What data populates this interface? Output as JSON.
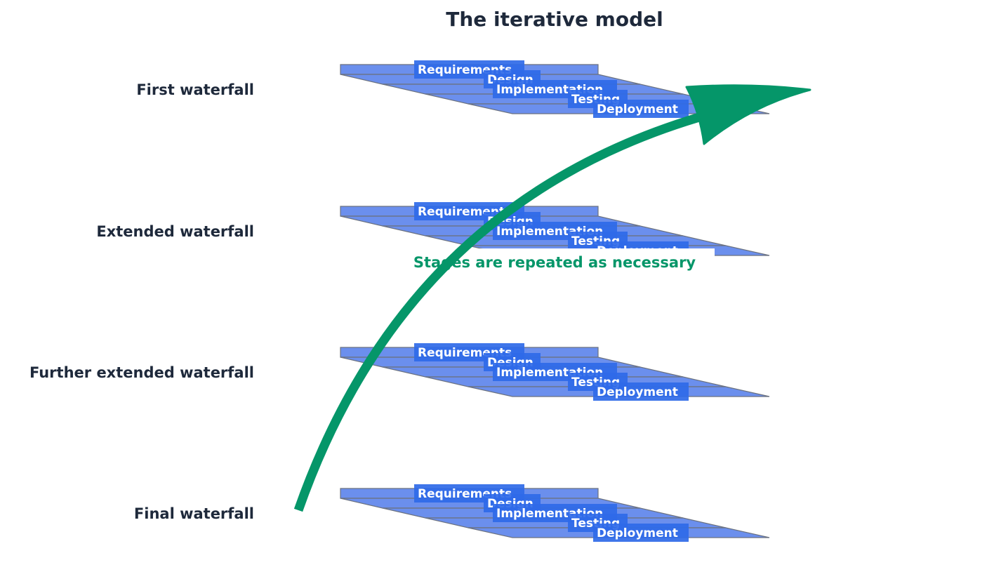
{
  "title": "The iterative model",
  "rows": [
    {
      "label": "First waterfall"
    },
    {
      "label": "Extended waterfall"
    },
    {
      "label": "Further extended waterfall"
    },
    {
      "label": "Final waterfall"
    }
  ],
  "stages": [
    "Requirements",
    "Design",
    "Implementation",
    "Testing",
    "Deployment"
  ],
  "annotation": "Stages are repeated as necessary",
  "colors": {
    "band_fill": "#6b8fed",
    "band_stroke": "#6b7280",
    "label_box": "#2f6ae8",
    "arrow": "#059669",
    "text_dark": "#1e293b"
  }
}
